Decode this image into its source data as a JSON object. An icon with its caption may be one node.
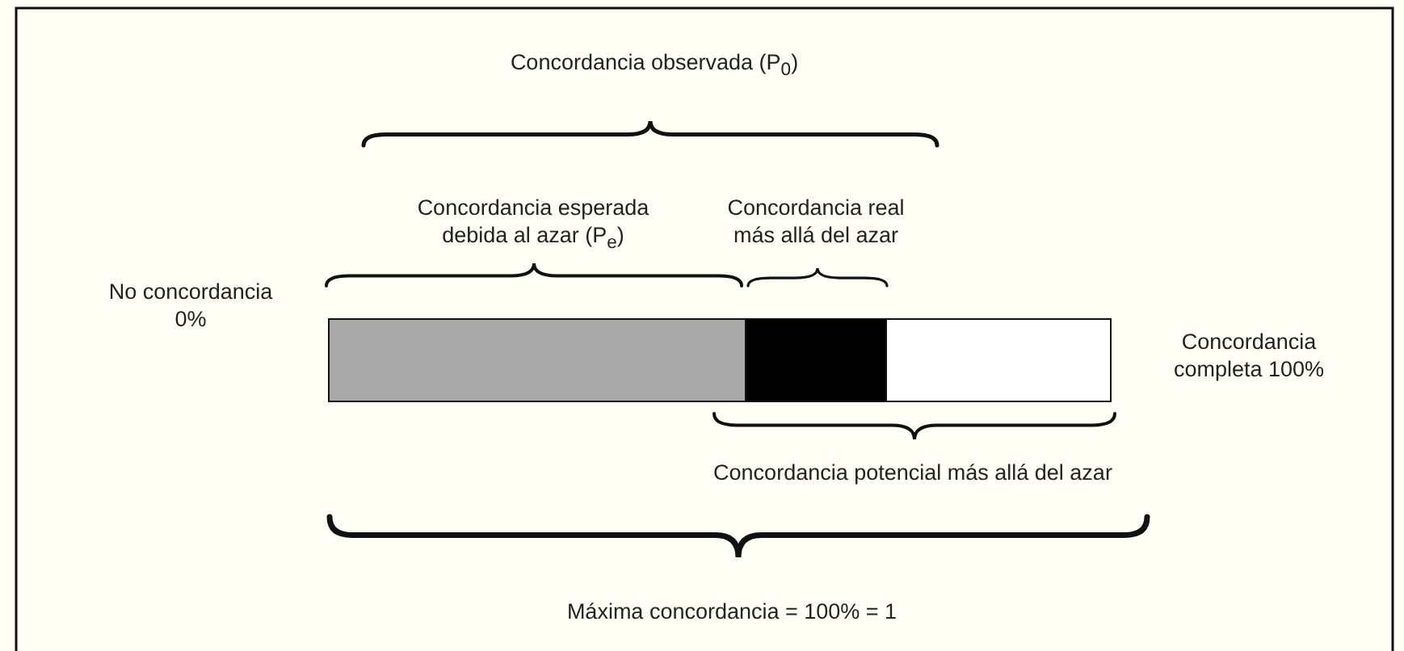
{
  "diagram": {
    "nodes": [
      {
        "text": [],
        "shape": "bar"
      },
      {
        "text": [],
        "shape": "bar"
      },
      {
        "text": [],
        "shape": "bar"
      }
    ],
    "labels": [
      "Concordancia observada (P$_{0}$)",
      "Concordancia esperada debida al azar (P$_{e}$)",
      "Concordancia real más allá del azar",
      "No concordancia 0%",
      "Concordancia completa 100%",
      "Concordancia potencial más allá del azar",
      "Máxima concordancia = 100% = 1"
    ]
  }
}
